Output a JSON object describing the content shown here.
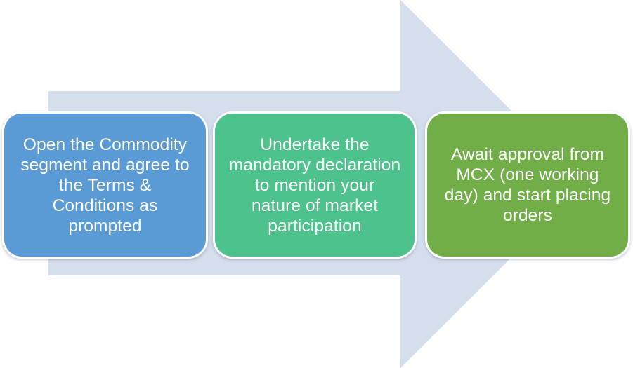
{
  "diagram": {
    "background": "#ffffff",
    "arrow": {
      "color": "#d5deed"
    },
    "border_color": "#ffffff",
    "text_color": "#ffffff",
    "steps": [
      {
        "id": "step-1",
        "color": "#5b9bd5",
        "text": "Open the Commodity segment and agree to the Terms & Conditions as prompted",
        "lines": [
          "Open the Commodity",
          "segment and agree to",
          "the Terms &",
          "Conditions as",
          "prompted"
        ]
      },
      {
        "id": "step-2",
        "color": "#4ec28d",
        "text": "Undertake the mandatory declaration to mention your nature of market participation",
        "lines": [
          "Undertake the",
          "mandatory declaration",
          "to mention your",
          "nature of market",
          "participation"
        ]
      },
      {
        "id": "step-3",
        "color": "#71ae48",
        "text": "Await approval from MCX (one working day) and start placing orders",
        "lines": [
          "Await approval from",
          "MCX (one working",
          "day) and start placing",
          "orders"
        ]
      }
    ]
  }
}
